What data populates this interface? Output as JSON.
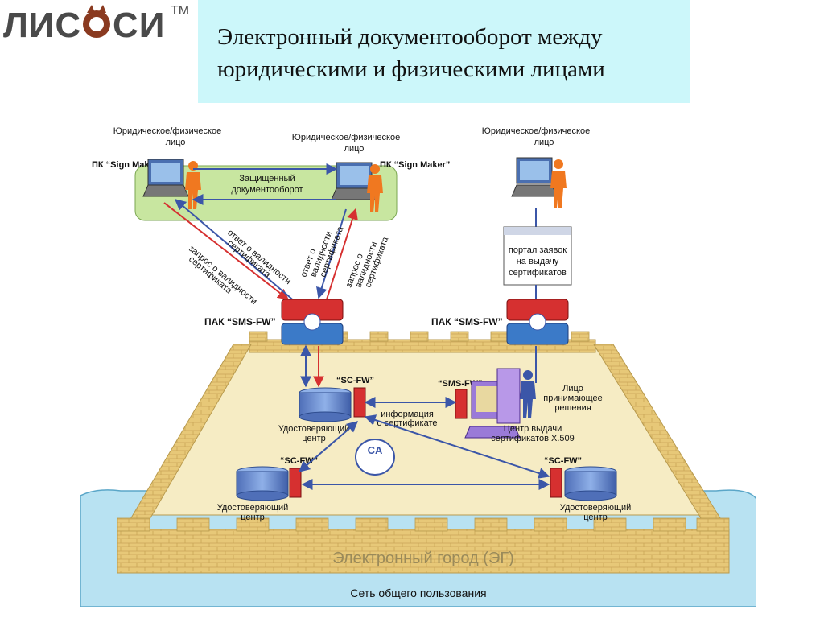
{
  "logo": {
    "text_left": "ЛИС",
    "text_right": "СИ",
    "tm": "TM"
  },
  "title": {
    "line1": "Электронный документооборот между",
    "line2": "юридическими и физическими лицами"
  },
  "nodes": {
    "entity_left": {
      "line1": "Юридическое/физическое",
      "line2": "лицо",
      "pc": "ПК “Sign Maker”"
    },
    "entity_mid": {
      "line1": "Юридическое/физическое",
      "line2": "лицо",
      "pc": "ПК “Sign Maker”"
    },
    "entity_right": {
      "line1": "Юридическое/физическое",
      "line2": "лицо"
    },
    "secure_flow": {
      "line1": "Защищенный",
      "line2": "документооборот"
    },
    "portal": {
      "line1": "портал заявок",
      "line2": "на выдачу",
      "line3": "сертификатов"
    },
    "pak_left": "ПАК “SMS-FW”",
    "pak_right": "ПАК “SMS-FW”",
    "sc_top": "“SC-FW”",
    "sms_center": "“SMS-FW”",
    "sc_left": "“SC-FW”",
    "sc_right": "“SC-FW”",
    "ca_top": {
      "line1": "Удостоверяющий",
      "line2": "центр"
    },
    "ca_left": {
      "line1": "Удостоверяющий",
      "line2": "центр"
    },
    "ca_right": {
      "line1": "Удостоверяющий",
      "line2": "центр"
    },
    "issue_center": {
      "line1": "Центр выдачи",
      "line2": "сертификатов X.509"
    },
    "decision": {
      "line1": "Лицо",
      "line2": "принимающее",
      "line3": "решения"
    },
    "cert_info": {
      "line1": "информация",
      "line2": "о сертификате"
    },
    "city": "Электронный город (ЭГ)",
    "public_net": "Сеть общего пользования"
  },
  "arrows": {
    "answer_left": {
      "line1": "ответ о валидности",
      "line2": "сертификата"
    },
    "request_left": {
      "line1": "запрос о валидности",
      "line2": "сертификата"
    },
    "answer_mid": {
      "line1": "ответ о",
      "line2": "валидности",
      "line3": "сертификата"
    },
    "request_mid": {
      "line1": "запрос о",
      "line2": "валидности",
      "line3": "сертификата"
    }
  },
  "colors": {
    "title_bg": "#ccf7fa",
    "wall": "#e7c878",
    "ground": "#f6ecc4",
    "water": "#b8e2f2",
    "red": "#d63030",
    "blue": "#3b56a8"
  }
}
